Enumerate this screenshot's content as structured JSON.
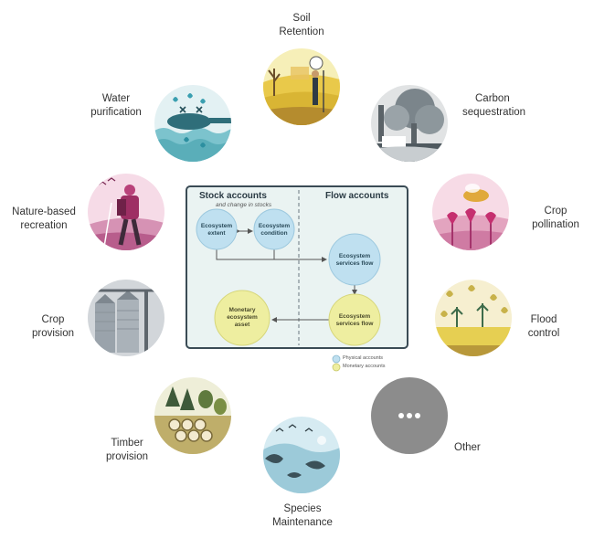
{
  "services": {
    "soil": [
      "Soil",
      "Retention"
    ],
    "carbon": [
      "Carbon",
      "sequestration"
    ],
    "pollination": [
      "Crop",
      "pollination"
    ],
    "flood": [
      "Flood",
      "control"
    ],
    "other": [
      "Other"
    ],
    "species": [
      "Species",
      "Maintenance"
    ],
    "timber": [
      "Timber",
      "provision"
    ],
    "crop_provision": [
      "Crop",
      "provision"
    ],
    "recreation": [
      "Nature-based",
      "recreation"
    ],
    "water": [
      "Water",
      "purification"
    ]
  },
  "center": {
    "stock_title": "Stock accounts",
    "stock_subtitle": "and change in stocks",
    "flow_title": "Flow accounts",
    "extent": [
      "Ecosystem",
      "extent"
    ],
    "condition": [
      "Ecosystem",
      "condition"
    ],
    "services_flow_physical": [
      "Ecosystem",
      "services flow"
    ],
    "services_flow_monetary": [
      "Ecosystem",
      "services flow"
    ],
    "monetary_asset": [
      "Monetary",
      "ecosystem",
      "asset"
    ]
  },
  "legend": {
    "physical": "Physical accounts",
    "monetary": "Monetary accounts"
  },
  "colors": {
    "physical": "#bfe0f0",
    "monetary": "#eeeea0",
    "panel_border": "#3a4b55",
    "other_circle": "#8c8c8c"
  }
}
